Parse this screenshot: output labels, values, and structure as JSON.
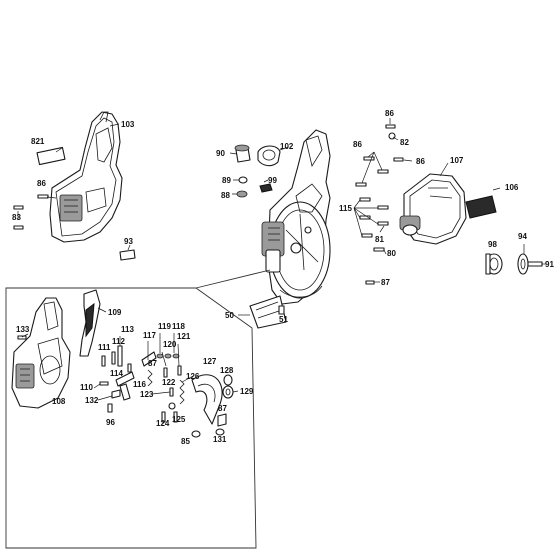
{
  "diagram": {
    "labels": {
      "p821": "821",
      "p103": "103",
      "p86a": "86",
      "p83": "83",
      "p93": "93",
      "p90": "90",
      "p102": "102",
      "p89": "89",
      "p88": "88",
      "p99": "99",
      "p86b": "86",
      "p82": "82",
      "p86c": "86",
      "p86d": "86",
      "p107": "107",
      "p106": "106",
      "p115": "115",
      "p81": "81",
      "p80": "80",
      "p98": "98",
      "p94": "94",
      "p91": "91",
      "p87a": "87",
      "p50": "50",
      "p51": "51",
      "p109": "109",
      "p133": "133",
      "p113": "113",
      "p117": "117",
      "p119": "119",
      "p118": "118",
      "p111": "111",
      "p112": "112",
      "p120": "120",
      "p121": "121",
      "p114": "114",
      "p87b": "87",
      "p116": "116",
      "p127": "127",
      "p126": "126",
      "p128": "128",
      "p110": "110",
      "p122": "122",
      "p129": "129",
      "p123": "123",
      "p132": "132",
      "p108": "108",
      "p87c": "87",
      "p125": "125",
      "p124": "124",
      "p96": "96",
      "p131": "131",
      "p85": "85"
    }
  }
}
